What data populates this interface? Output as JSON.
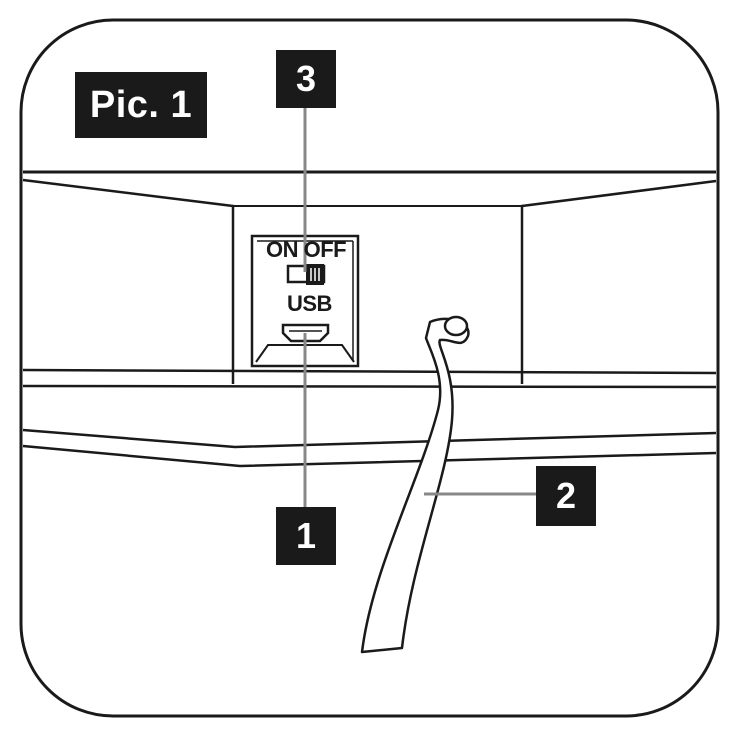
{
  "figure": {
    "title": "Pic. 1",
    "switch_label": "ON OFF",
    "port_label": "USB",
    "callouts": {
      "one": "1",
      "two": "2",
      "three": "3"
    }
  },
  "colors": {
    "line": "#1a1a1a",
    "leader": "#888888",
    "label_background": "#1a1a1a",
    "label_text": "#ffffff"
  }
}
